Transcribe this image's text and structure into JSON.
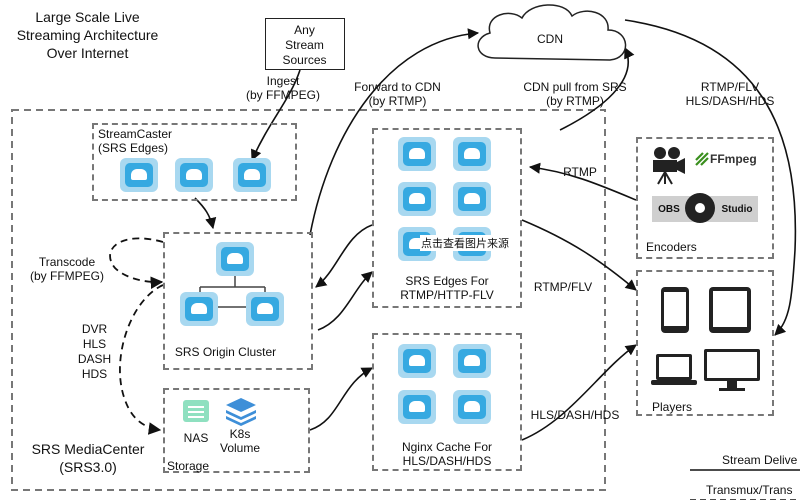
{
  "title": "Large Scale Live\nStreaming Architecture\nOver Internet",
  "any_stream_sources": "Any\nStream\nSources",
  "cdn": "CDN",
  "ingest": "Ingest\n(by FFMPEG)",
  "forward_to_cdn": "Forward to CDN\n(by RTMP)",
  "cdn_pull": "CDN pull from SRS\n(by RTMP)",
  "rtmp_flv_hls": "RTMP/FLV\nHLS/DASH/HDS",
  "streamcaster": "StreamCaster\n(SRS Edges)",
  "transcode": "Transcode\n(by FFMPEG)",
  "origin_cluster": "SRS Origin Cluster",
  "edges_label": "SRS Edges For\nRTMP/HTTP-FLV",
  "rtmp": "RTMP",
  "rtmp_flv": "RTMP/FLV",
  "encoders": "Encoders",
  "ffmpeg_logo": "FFmpeg",
  "obs_logo_left": "OBS",
  "obs_logo_right": "Studio",
  "dvr_list": "DVR\nHLS\nDASH\nHDS",
  "nas": "NAS",
  "k8s_volume": "K8s\nVolume",
  "storage": "Storage",
  "nginx_cache": "Nginx Cache For\nHLS/DASH/HDS",
  "hls_dash_hds": "HLS/DASH/HDS",
  "players": "Players",
  "mediacenter": "SRS MediaCenter\n(SRS3.0)",
  "legend_stream": "Stream Delive",
  "legend_transmux": "Transmux/Trans",
  "watermark": "点击查看图片来源"
}
